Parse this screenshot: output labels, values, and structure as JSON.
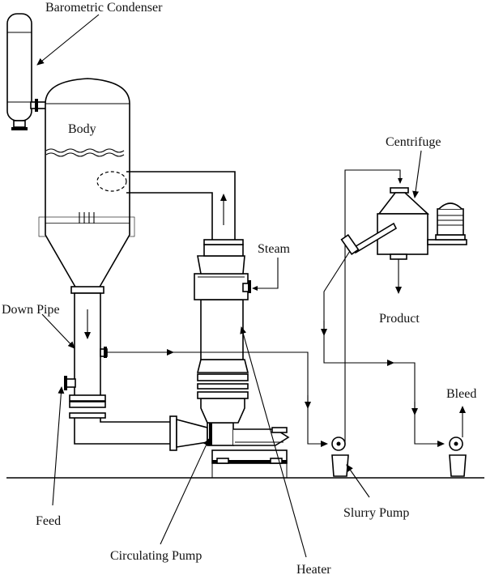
{
  "labels": {
    "barometric_condenser": "Barometric Condenser",
    "body": "Body",
    "centrifuge": "Centrifuge",
    "steam": "Steam",
    "down_pipe": "Down Pipe",
    "product": "Product",
    "bleed": "Bleed",
    "feed": "Feed",
    "slurry_pump": "Slurry Pump",
    "circulating_pump": "Circulating Pump",
    "heater": "Heater"
  }
}
